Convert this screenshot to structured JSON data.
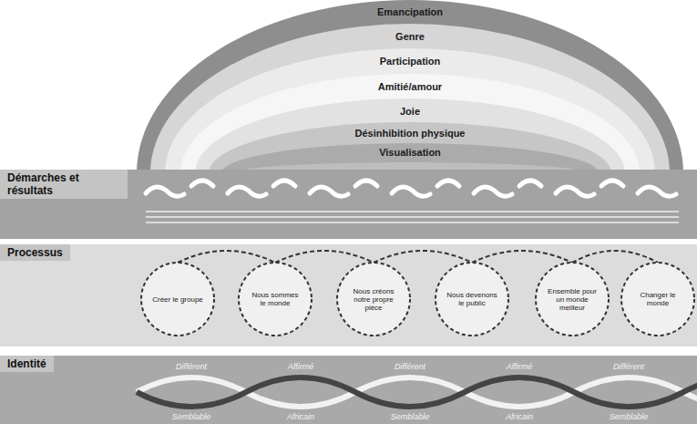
{
  "diagram": {
    "nodes": [
      {
        "text": [
          "Démarches et résultats"
        ]
      },
      {
        "text": [
          "Processus"
        ]
      },
      {
        "text": [
          "Créer le groupe"
        ],
        "in": 1
      },
      {
        "text": [
          "Nous sommes le monde"
        ],
        "in": 1
      },
      {
        "text": [
          "Nous créons notre propre pièce"
        ],
        "in": 1
      },
      {
        "text": [
          "Nous devenons le public"
        ],
        "in": 1
      },
      {
        "text": [
          "Ensemble pour un monde meilleur"
        ],
        "in": 1
      },
      {
        "text": [
          "Changer le monde"
        ],
        "in": 1
      },
      {
        "text": [
          "Identité"
        ]
      }
    ],
    "labels": [
      "Emancipation",
      "Genre",
      "Participation",
      "Amitié/amour",
      "Joie",
      "Désinhibition physique",
      "Visualisation",
      "Différent",
      "Affirmé",
      "Différent",
      "Affirmé",
      "Différent",
      "Semblable",
      "Africain",
      "Semblable",
      "Africain",
      "Semblable"
    ]
  }
}
